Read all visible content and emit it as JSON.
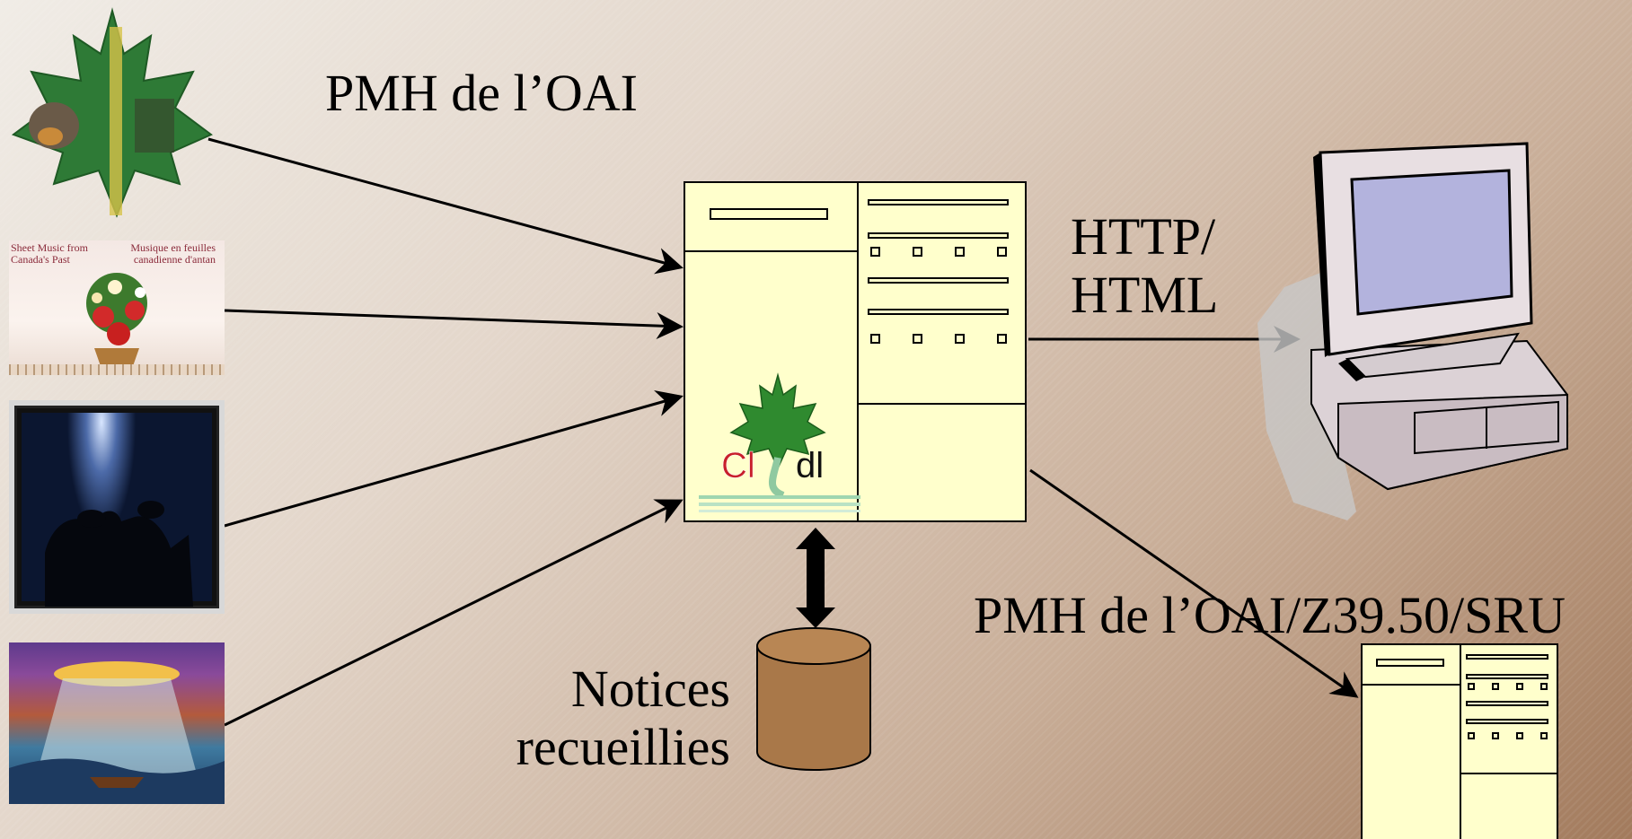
{
  "labels": {
    "oai_harvest": "PMH de l’OAI",
    "http_line1": "HTTP/",
    "http_line2": "HTML",
    "protocols": "PMH de l’OAI/Z39.50/SRU",
    "records_line1": "Notices",
    "records_line2": "recueillies"
  },
  "sources": {
    "music_title_en_1": "Sheet Music from",
    "music_title_en_2": "Canada's Past",
    "music_title_fr_1": "Musique en feuilles",
    "music_title_fr_2": "canadienne d'antan"
  },
  "hub_logo": {
    "text_left": "Cl",
    "text_right": "dl"
  },
  "colors": {
    "server_fill": "#ffffcc",
    "database_fill": "#a97849",
    "monitor_screen": "#b3b3dd",
    "maple_green": "#2f8a2f",
    "logo_red": "#c8202a"
  }
}
